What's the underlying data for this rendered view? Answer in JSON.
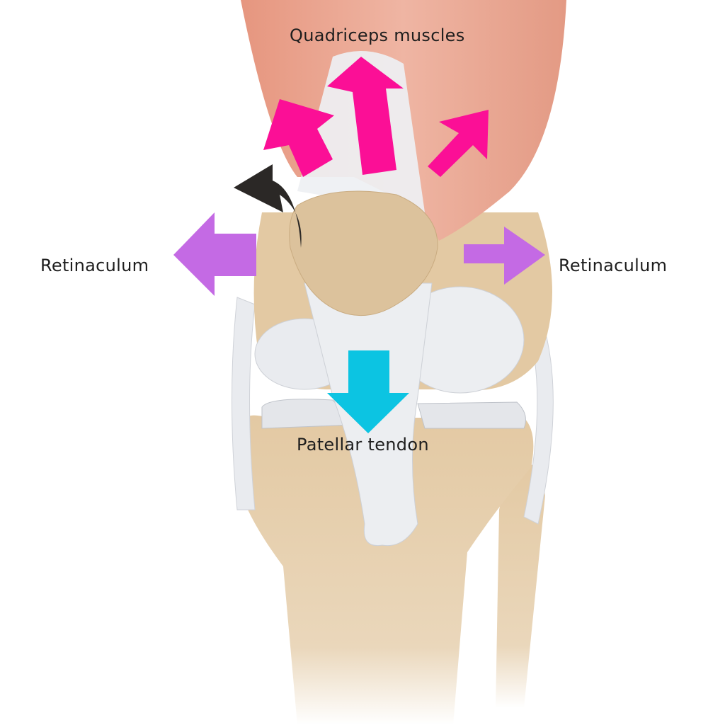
{
  "labels": {
    "quadriceps": "Quadriceps muscles",
    "retinaculum_left": "Retinaculum",
    "retinaculum_right": "Retinaculum",
    "patellar_tendon": "Patellar tendon"
  },
  "colors": {
    "muscle": "#e9a48f",
    "bone": "#e3c9a3",
    "cartilage": "#e6e8ec",
    "pink_arrow": "#fb0f96",
    "purple_arrow": "#c46ae4",
    "cyan_arrow": "#0cc4e2",
    "black_arrow": "#2b2826"
  }
}
